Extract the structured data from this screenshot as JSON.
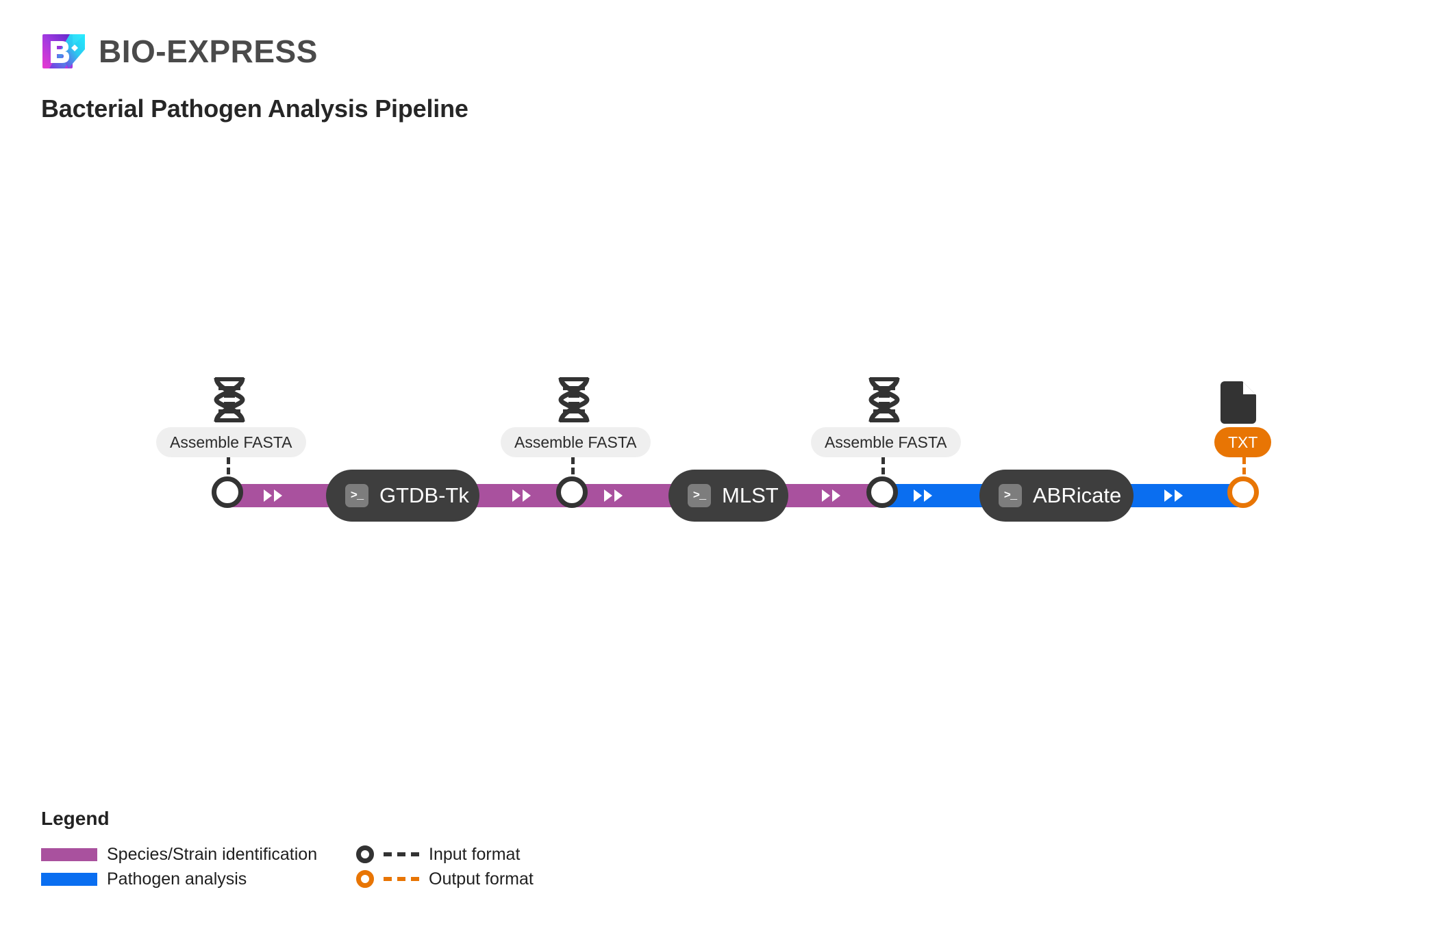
{
  "brand": {
    "wordmark": "BIO-EXPRESS",
    "logo_letter": "B",
    "logo_accent": "X",
    "gradient_from": "#d633d6",
    "gradient_to": "#5b28c8",
    "accent_cyan": "#22dcf5"
  },
  "page": {
    "title": "Bacterial Pathogen Analysis Pipeline"
  },
  "colors": {
    "species_track": "#a9519e",
    "pathogen_track": "#0a6ef0",
    "tool_box": "#3e3e3e",
    "input_node": "#333333",
    "output_node": "#e87504",
    "input_pill_bg": "#efefef"
  },
  "pipeline": {
    "formats": [
      {
        "label": "Assemble FASTA",
        "glyph": "dna-icon",
        "kind": "input"
      },
      {
        "label": "Assemble FASTA",
        "glyph": "dna-icon",
        "kind": "input"
      },
      {
        "label": "Assemble FASTA",
        "glyph": "dna-icon",
        "kind": "input"
      },
      {
        "label": "TXT",
        "glyph": "file-icon",
        "kind": "output"
      }
    ],
    "tools": [
      {
        "label": "GTDB-Tk",
        "icon": "terminal-icon"
      },
      {
        "label": "MLST",
        "icon": "terminal-icon"
      },
      {
        "label": "ABRicate",
        "icon": "terminal-icon"
      }
    ],
    "terminal_glyph": ">_",
    "segments": [
      {
        "category": "Species/Strain identification",
        "color": "#a9519e"
      },
      {
        "category": "Pathogen analysis",
        "color": "#0a6ef0"
      }
    ]
  },
  "legend": {
    "title": "Legend",
    "tracks": [
      {
        "label": "Species/Strain identification",
        "color": "#a9519e"
      },
      {
        "label": "Pathogen analysis",
        "color": "#0a6ef0"
      }
    ],
    "markers": [
      {
        "label": "Input format",
        "color": "#333333"
      },
      {
        "label": "Output format",
        "color": "#e87504"
      }
    ]
  }
}
